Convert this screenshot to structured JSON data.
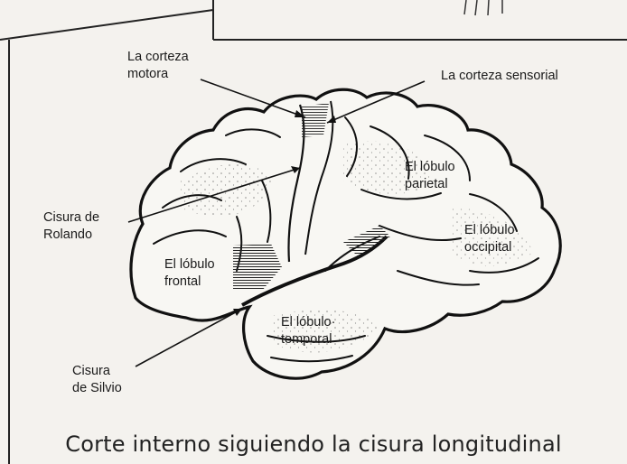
{
  "labels": {
    "motor_cortex": [
      "La corteza",
      "motora"
    ],
    "sensory_cortex": "La corteza sensorial",
    "central_fissure": [
      "Cisura de",
      "Rolando"
    ],
    "parietal_lobe": [
      "El lóbulo",
      "parietal"
    ],
    "occipital_lobe": [
      "El lóbulo",
      "occipital"
    ],
    "frontal_lobe": [
      "El lóbulo",
      "frontal"
    ],
    "temporal_lobe": [
      "El lóbulo·",
      "temporal"
    ],
    "sylvian_fissure": [
      "Cisura",
      "de Silvio"
    ]
  },
  "caption": "Corte interno siguiendo la cisura longitudinal"
}
